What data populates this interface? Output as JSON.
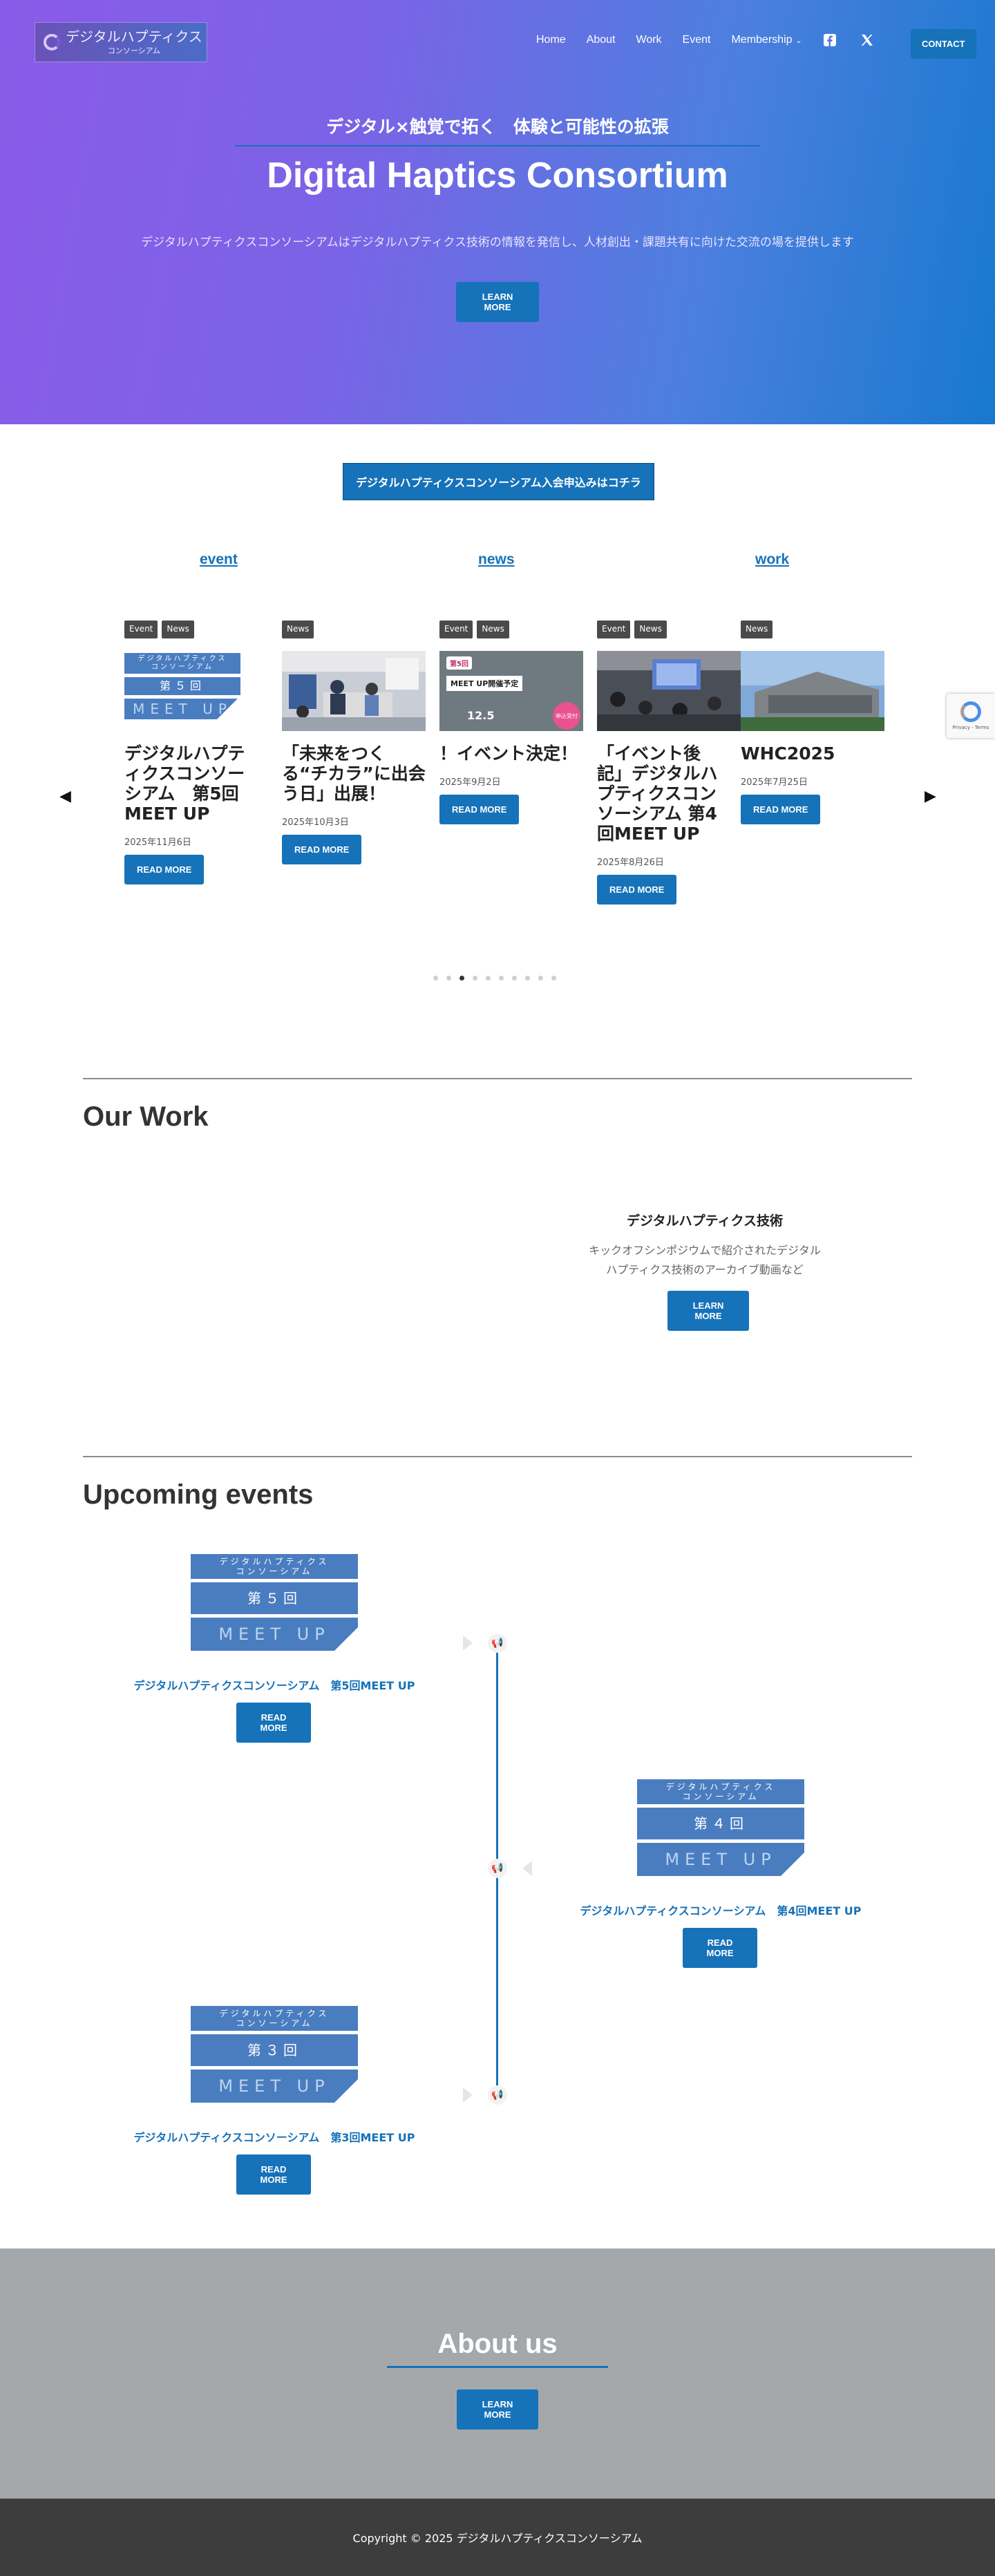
{
  "header": {
    "logo_title": "デジタルハプティクス",
    "logo_sub": "コンソーシアム",
    "nav": [
      "Home",
      "About",
      "Work",
      "Event",
      "Membership"
    ],
    "contact": "CONTACT"
  },
  "hero": {
    "tagline": "デジタル×触覚で拓く　体験と可能性の拡張",
    "title": "Digital Haptics Consortium",
    "subtitle": "デジタルハプティクスコンソーシアムはデジタルハプティクス技術の情報を発信し、人材創出・課題共有に向けた交流の場を提供します",
    "button": "LEARN MORE"
  },
  "apply_button": "デジタルハプティクスコンソーシアム入会申込みはコチラ",
  "tabs": [
    "event",
    "news",
    "work"
  ],
  "cards": [
    {
      "tags": [
        "Event",
        "News"
      ],
      "title": "デジタルハプティクスコンソーシアム　第5回MEET UP",
      "date": "2025年11月6日",
      "button": "READ MORE"
    },
    {
      "tags": [
        "News"
      ],
      "title": "「未来をつくる“チカラ”に出会う日」出展！",
      "date": "2025年10月3日",
      "button": "READ MORE"
    },
    {
      "tags": [
        "Event",
        "News"
      ],
      "title": "！イベント決定！",
      "date": "2025年9月2日",
      "button": "READ MORE"
    },
    {
      "tags": [
        "Event",
        "News"
      ],
      "title": "「イベント後記」デジタルハプティクスコンソーシアム 第4回MEET UP",
      "date": "2025年8月26日",
      "button": "READ MORE"
    },
    {
      "tags": [
        "News"
      ],
      "title": "WHC2025",
      "date": "2025年7月25日",
      "button": "READ MORE"
    }
  ],
  "poster": {
    "line1": "デジタルハプティクス",
    "line2": "コンソーシアム",
    "round5": "第５回",
    "round4": "第４回",
    "round3": "第３回",
    "meetup": "MEET UP"
  },
  "thumb3": {
    "badge": "第5回",
    "label": "MEET UP開催予定",
    "date": "12.5",
    "pill": "申込受付"
  },
  "carousel": {
    "dots": 10,
    "active": 2
  },
  "work": {
    "title": "Our Work",
    "item_title": "デジタルハプティクス技術",
    "item_desc": "キックオフシンポジウムで紹介されたデジタルハプティクス技術のアーカイブ動画など",
    "button": "LEARN MORE"
  },
  "events": {
    "title": "Upcoming events",
    "items": [
      {
        "title": "デジタルハプティクスコンソーシアム　第5回MEET UP",
        "button": "READ MORE"
      },
      {
        "title": "デジタルハプティクスコンソーシアム　第4回MEET UP",
        "button": "READ MORE"
      },
      {
        "title": "デジタルハプティクスコンソーシアム　第3回MEET UP",
        "button": "READ MORE"
      }
    ]
  },
  "about": {
    "title": "About us",
    "button": "LEARN MORE"
  },
  "footer": {
    "copyright": "Copyright © 2025 デジタルハプティクスコンソーシアム"
  },
  "colors": {
    "primary": "#1672b9",
    "hero_start": "#8a5be8",
    "hero_end": "#1779cd",
    "footer": "#3d3d3d",
    "about_bg": "#a5a8ab"
  }
}
